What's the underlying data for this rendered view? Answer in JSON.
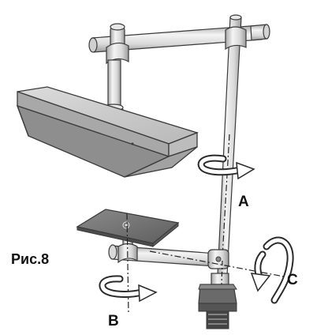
{
  "figure": {
    "caption": "Рис.8",
    "axes": {
      "a": "A",
      "b": "B",
      "c": "C"
    }
  },
  "colors": {
    "outline": "#3a3a3a",
    "tube_light": "#f4f4f4",
    "tube_mid": "#d9d9d9",
    "tube_dark": "#a8a8a8",
    "lamp_top": "#c8c8c8",
    "lamp_side": "#9e9e9e",
    "lamp_front": "#b4b4b4",
    "plate_top": "#7a7a7a",
    "plate_edge": "#4c4c4c",
    "clamp_dark": "#555555",
    "arrow_fill": "#ffffff"
  },
  "icons": {
    "lamp": "led-lamp-head",
    "rotation_arrow": "rotation-arrow-icon",
    "clamp": "table-clamp",
    "platform": "square-platform"
  }
}
